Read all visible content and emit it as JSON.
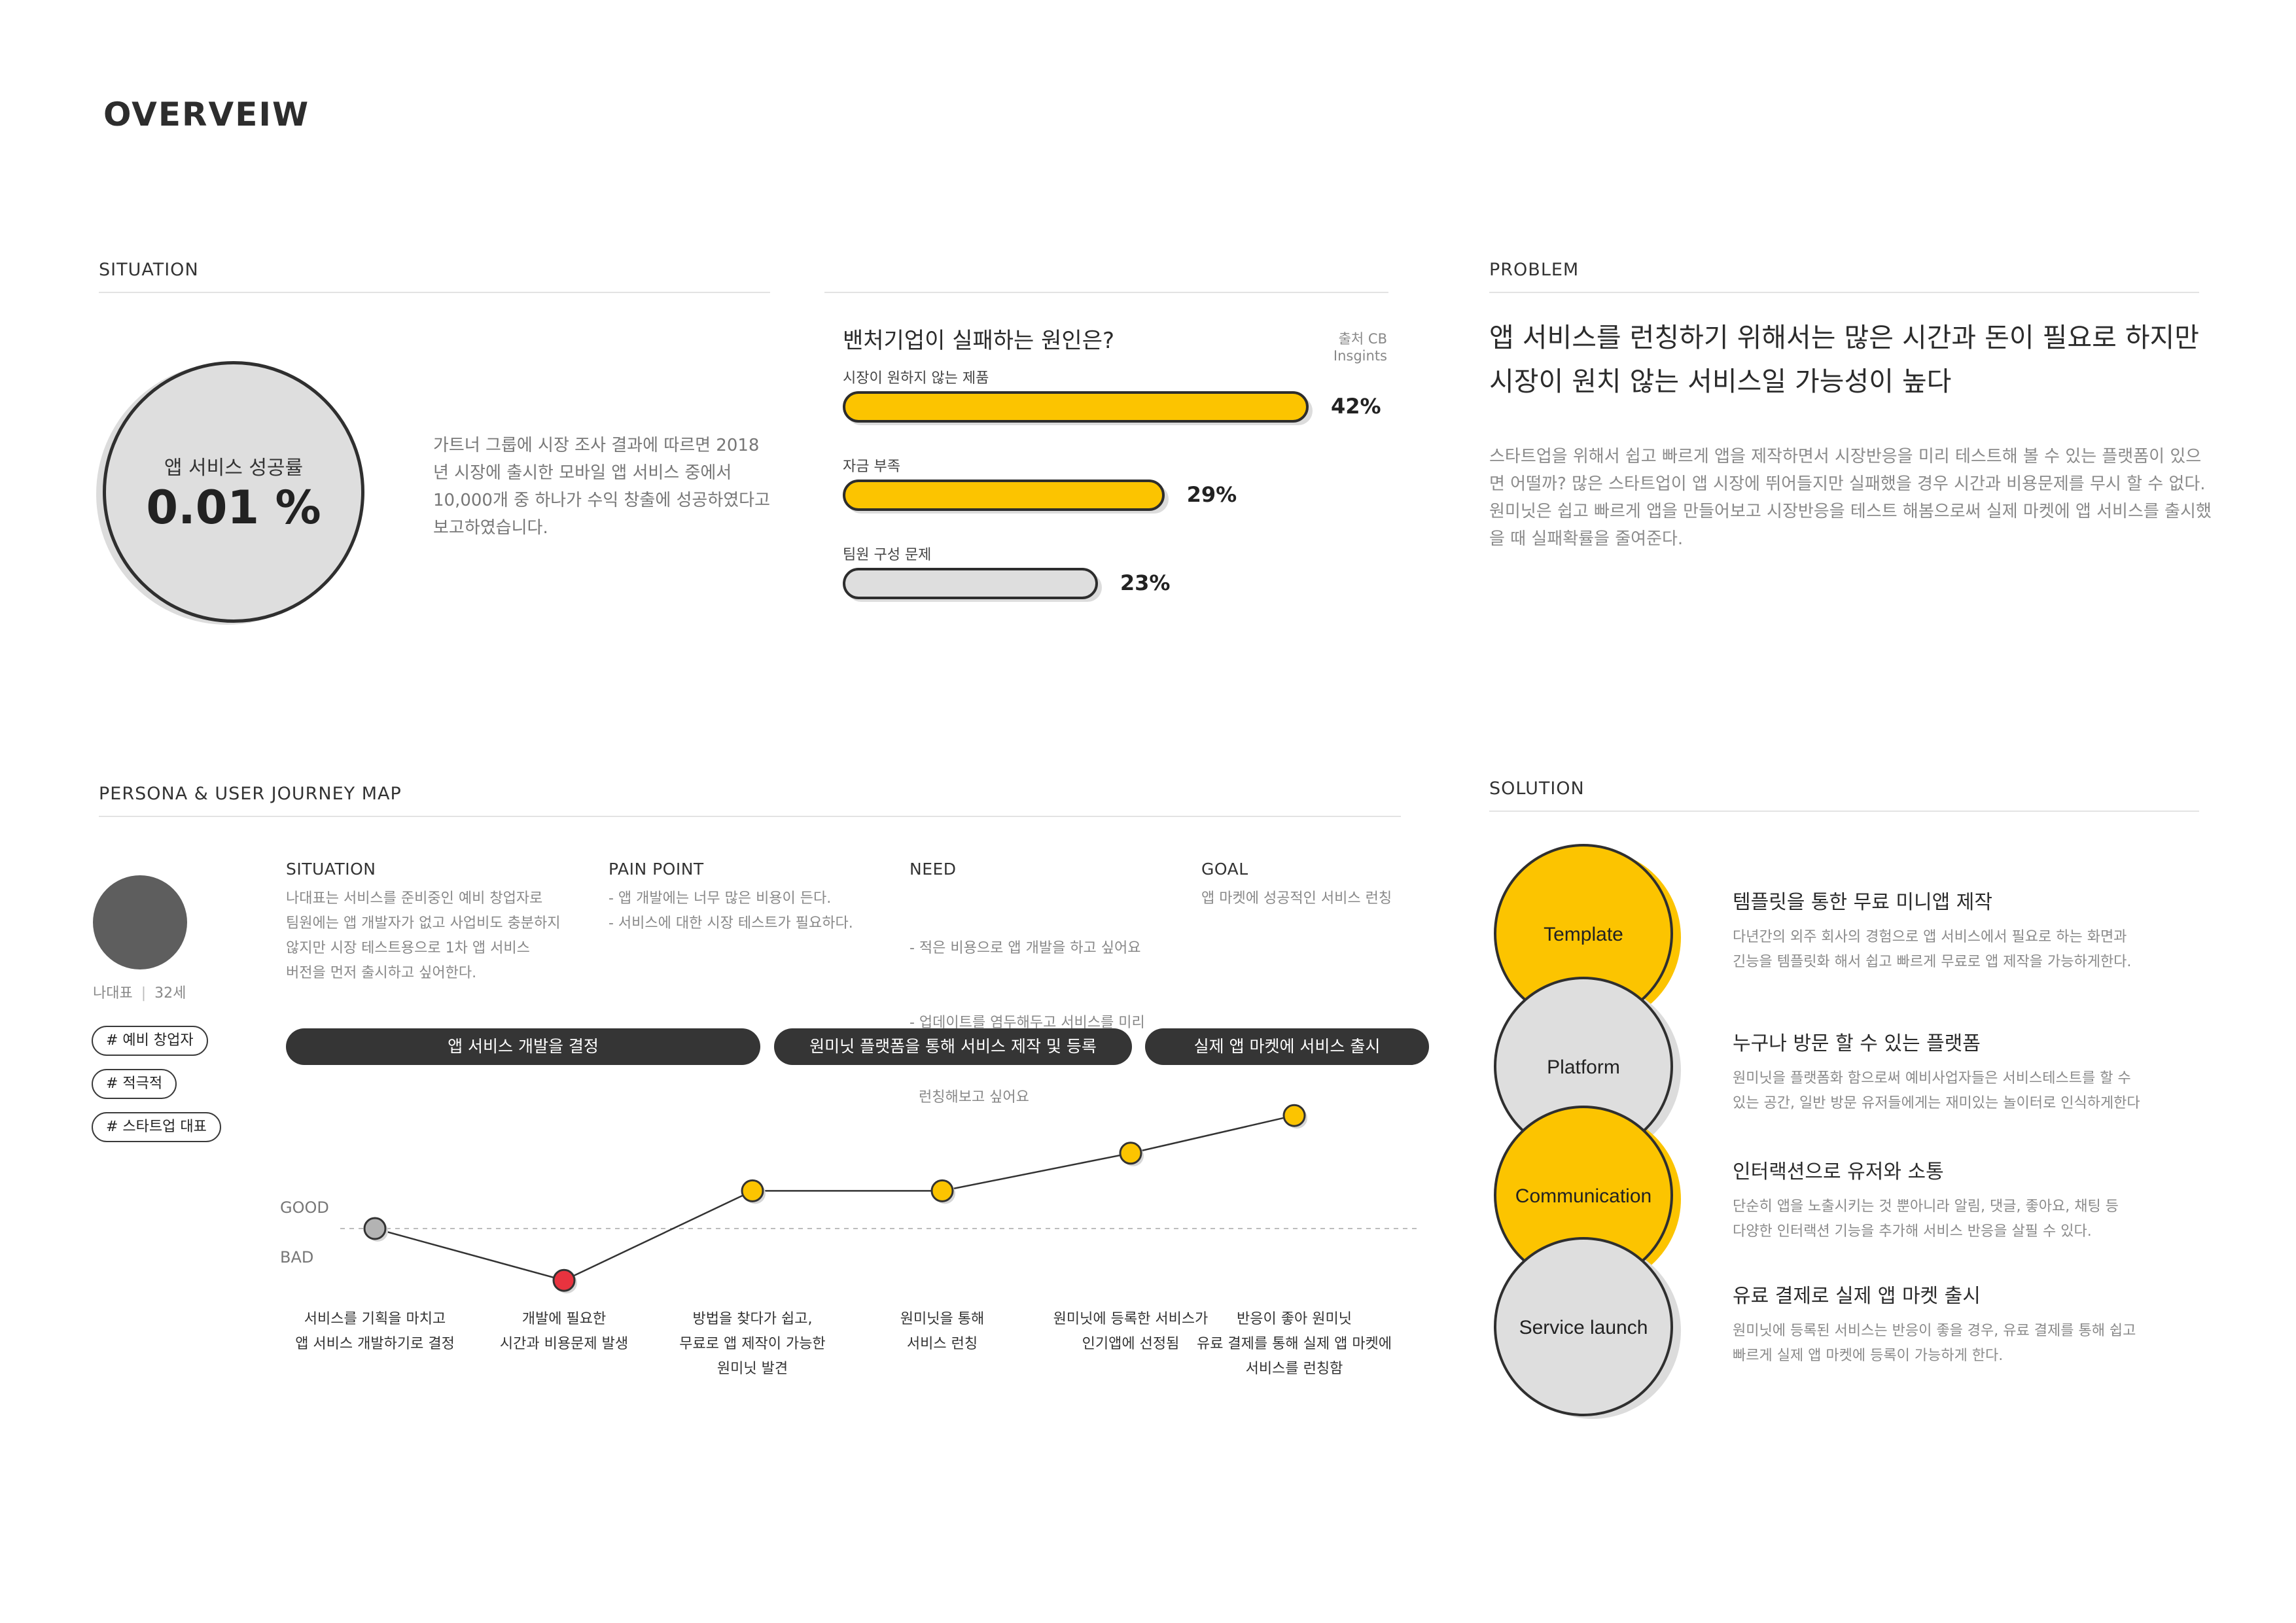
{
  "page": {
    "title": "OVERVEIW"
  },
  "situation": {
    "heading": "SITUATION",
    "circle_label": "앱 서비스 성공률",
    "circle_value": "0.01 %",
    "description": "가트너 그룹에 시장 조사 결과에 따르면 2018년 시장에 출시한 모바일 앱 서비스 중에서 10,000개 중 하나가 수익 창출에 성공하였다고 보고하였습니다."
  },
  "chart_data": {
    "type": "bar",
    "title": "밴처기업이 실패하는 원인은?",
    "source": "출처 CB Insgints",
    "categories": [
      "시장이 원하지 않는 제품",
      "자금 부족",
      "팀원 구성 문제"
    ],
    "values": [
      42,
      29,
      23
    ],
    "value_labels": [
      "42%",
      "29%",
      "23%"
    ],
    "unit": "%",
    "colors": [
      "#FCC400",
      "#FCC400",
      "#DEDEDE"
    ],
    "xlim": [
      0,
      42
    ],
    "orientation": "horizontal",
    "grid": false
  },
  "problem": {
    "heading": "PROBLEM",
    "headline_line1": "앱 서비스를 런칭하기 위해서는 많은 시간과 돈이 필요로 하지만",
    "headline_line2": "시장이 원치 않는 서비스일 가능성이 높다",
    "body": "스타트업을 위해서 쉽고 빠르게 앱을 제작하면서 시장반응을 미리 테스트해 볼 수 있는 플랫폼이 있으면 어떨까? 많은 스타트업이 앱 시장에 뛰어들지만 실패했을 경우 시간과 비용문제를 무시 할 수 없다. 원미닛은 쉽고 빠르게 앱을 만들어보고 시장반응을 테스트 해봄으로써 실제 마켓에 앱 서비스를 출시했을 때 실패확률을 줄여준다."
  },
  "persona": {
    "heading": "PERSONA & USER JOURNEY MAP",
    "name": "나대표",
    "age": "32세",
    "tags": [
      "# 예비 창업자",
      "# 적극적",
      "# 스타트업 대표"
    ],
    "columns": [
      {
        "heading": "SITUATION",
        "lines": [
          "나대표는 서비스를 준비중인 예비 창업자로",
          "팀원에는 앱 개발자가 없고 사업비도 충분하지",
          "않지만 시장 테스트용으로  1차 앱 서비스",
          "버전을 먼저 출시하고 싶어한다."
        ]
      },
      {
        "heading": "PAIN POINT",
        "lines": [
          "- 앱 개발에는 너무 많은 비용이 든다.",
          "- 서비스에 대한 시장 테스트가 필요하다."
        ]
      },
      {
        "heading": "NEED",
        "lines": [
          "- 적은 비용으로 앱 개발을 하고 싶어요",
          "- 업데이트를 염두해두고 서비스를 미리",
          "  런칭해보고 싶어요"
        ]
      },
      {
        "heading": "GOAL",
        "lines": [
          "앱 마켓에 성공적인 서비스 런칭"
        ]
      }
    ],
    "phases": [
      "앱 서비스 개발을 결정",
      "원미닛 플랫폼을 통해 서비스 제작 및 등록",
      "실제 앱 마켓에 서비스 출시"
    ],
    "axis_good": "GOOD",
    "axis_bad": "BAD",
    "journey": [
      {
        "level": 0,
        "color": "#B3B3B3",
        "lines": [
          "서비스를 기획을 마치고",
          "앱 서비스 개발하기로 결정"
        ]
      },
      {
        "level": -1.1,
        "color": "#E8333F",
        "lines": [
          "개발에 필요한",
          "시간과 비용문제 발생"
        ]
      },
      {
        "level": 0.8,
        "color": "#FCC400",
        "lines": [
          "방법을 찾다가 쉽고,",
          "무료로 앱 제작이 가능한",
          "원미닛 발견"
        ]
      },
      {
        "level": 0.8,
        "color": "#FCC400",
        "lines": [
          "원미닛을 통해",
          "서비스 런칭"
        ]
      },
      {
        "level": 1.6,
        "color": "#FCC400",
        "lines": [
          "원미닛에 등록한 서비스가",
          "인기앱에 선정됨"
        ]
      },
      {
        "level": 2.4,
        "color": "#FCC400",
        "lines": [
          "반응이 좋아 원미닛",
          "유료 결제를 통해 실제 앱 마켓에",
          "서비스를 런칭함"
        ]
      }
    ]
  },
  "solution": {
    "heading": "SOLUTION",
    "items": [
      {
        "circle": "Template",
        "color": "#FCC400",
        "title": "템플릿을 통한 무료 미니앱 제작",
        "lines": [
          "다년간의 외주 회사의 경험으로 앱 서비스에서 필요로 하는 화면과",
          "긴능을 템플릿화 해서 쉽고 빠르게 무료로 앱 제작을 가능하게한다."
        ]
      },
      {
        "circle": "Platform",
        "color": "#DEDEDE",
        "title": "누구나 방문 할 수 있는 플랫폼",
        "lines": [
          "원미닛을 플랫폼화 함으로써 예비사업자들은 서비스테스트를 할 수",
          "있는 공간, 일반 방문 유저들에게는 재미있는 놀이터로 인식하게한다"
        ]
      },
      {
        "circle": "Communication",
        "color": "#FCC400",
        "title": "인터랙션으로 유저와 소통",
        "lines": [
          "단순히 앱을 노출시키는 것 뿐아니라 알림, 댓글, 좋아요, 채팅 등",
          "다양한 인터랙션 기능을 추가해 서비스 반응을 살필 수 있다."
        ]
      },
      {
        "circle": "Service launch",
        "color": "#DEDEDE",
        "title": "유료 결제로 실제 앱 마켓 출시",
        "lines": [
          "원미닛에 등록된 서비스는 반응이 좋을 경우, 유료 결제를 통해 쉽고",
          "빠르게 실제 앱 마켓에 등록이 가능하게 한다."
        ]
      }
    ]
  }
}
